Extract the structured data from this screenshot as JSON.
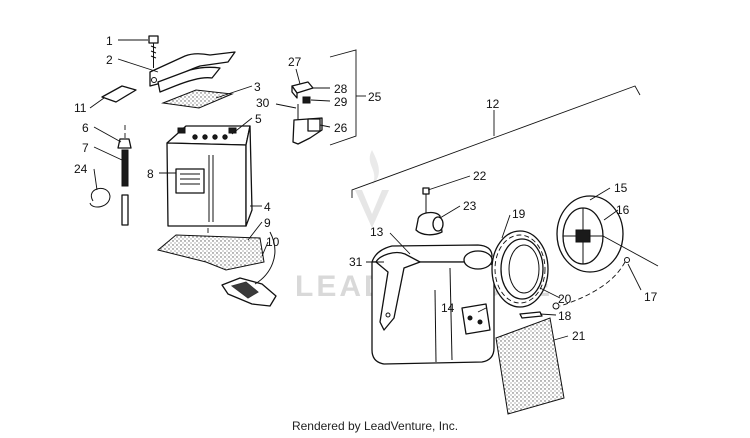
{
  "diagram": {
    "callouts": [
      "1",
      "2",
      "3",
      "4",
      "5",
      "6",
      "7",
      "8",
      "9",
      "10",
      "11",
      "12",
      "13",
      "14",
      "15",
      "16",
      "17",
      "18",
      "19",
      "20",
      "21",
      "22",
      "23",
      "24",
      "25",
      "26",
      "27",
      "28",
      "29",
      "30",
      "31"
    ]
  },
  "watermark": {
    "text": "LEADVENTURE"
  },
  "footer": {
    "text": "Rendered by LeadVenture, Inc."
  }
}
